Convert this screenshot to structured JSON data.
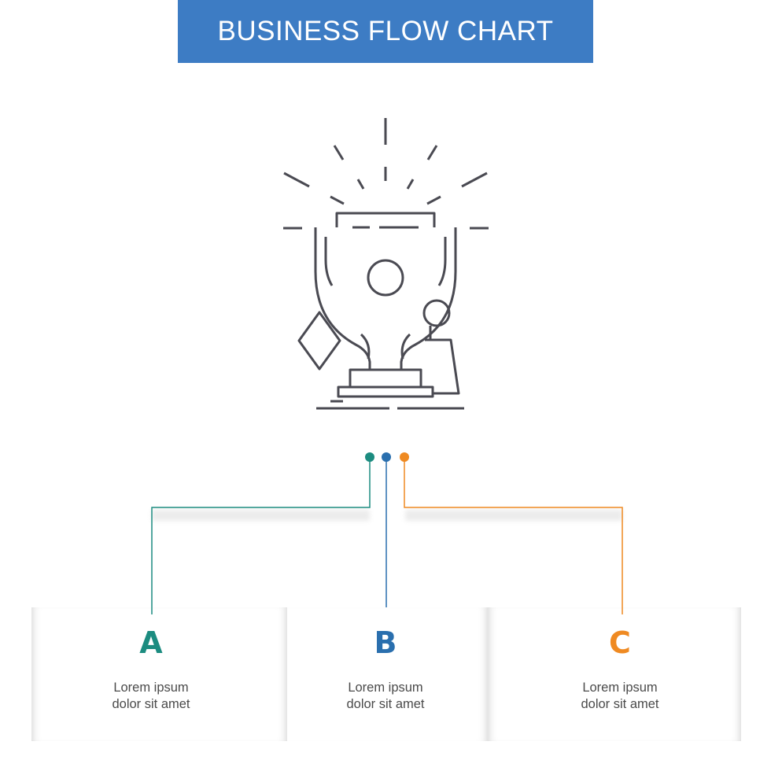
{
  "header": {
    "title": "BUSINESS FLOW CHART"
  },
  "colors": {
    "banner": "#3d7cc4",
    "a": "#1c8c80",
    "b": "#2a6fae",
    "c": "#ef8a22",
    "icon_stroke": "#4a4a52"
  },
  "central_icon": {
    "name": "trophy-award-icon"
  },
  "branches": [
    {
      "letter": "A",
      "line1": "Lorem ipsum",
      "line2": "dolor sit amet"
    },
    {
      "letter": "B",
      "line1": "Lorem ipsum",
      "line2": "dolor sit amet"
    },
    {
      "letter": "C",
      "line1": "Lorem ipsum",
      "line2": "dolor sit amet"
    }
  ]
}
